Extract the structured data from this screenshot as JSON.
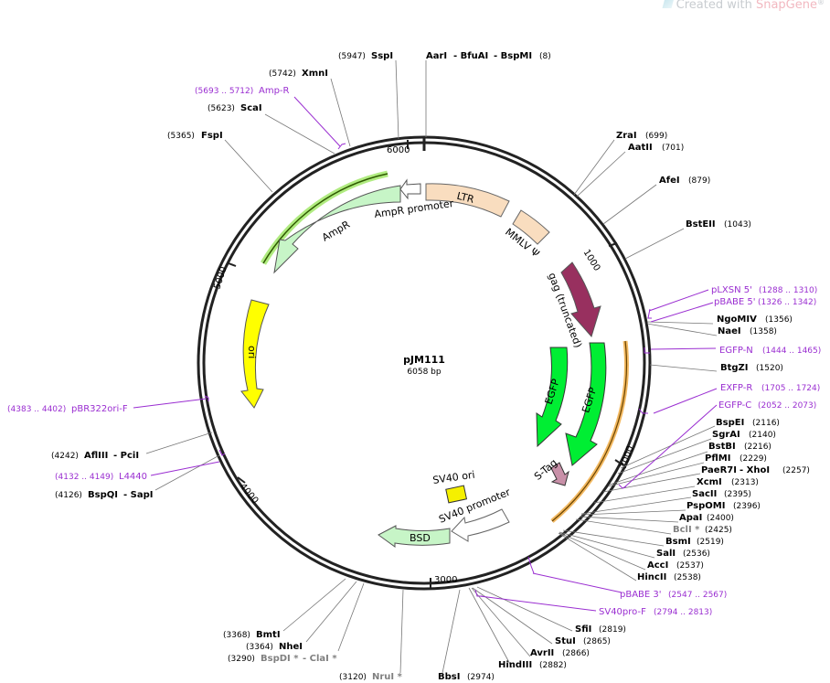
{
  "watermark": {
    "prefix": "Created with ",
    "brand": "SnapGene",
    "reg": "®"
  },
  "plasmid": {
    "name": "pJM111",
    "size_text": "6058 bp",
    "length": 6058
  },
  "ticks": [
    {
      "bp": 1000,
      "label": "1000"
    },
    {
      "bp": 2000,
      "label": "2000"
    },
    {
      "bp": 3000,
      "label": "3000"
    },
    {
      "bp": 4000,
      "label": "4000"
    },
    {
      "bp": 5000,
      "label": "5000"
    },
    {
      "bp": 6000,
      "label": "6000"
    }
  ],
  "enzymes": [
    {
      "name": "SspI",
      "pos": "(5947)",
      "side": "left",
      "nc": false
    },
    {
      "name": "AarI",
      "pos": "",
      "side": "right",
      "nc": false
    },
    {
      "name": "- BfuAI",
      "pos": "",
      "side": "right",
      "nc": false
    },
    {
      "name": "- BspMI",
      "pos": "(8)",
      "side": "right",
      "nc": false
    },
    {
      "name": "XmnI",
      "pos": "(5742)",
      "side": "left",
      "nc": false
    },
    {
      "name": "ScaI",
      "pos": "(5623)",
      "side": "left",
      "nc": false
    },
    {
      "name": "FspI",
      "pos": "(5365)",
      "side": "left",
      "nc": false
    },
    {
      "name": "ZraI",
      "pos": "(699)",
      "side": "right",
      "nc": false
    },
    {
      "name": "AatII",
      "pos": "(701)",
      "side": "right",
      "nc": false
    },
    {
      "name": "AfeI",
      "pos": "(879)",
      "side": "right",
      "nc": false
    },
    {
      "name": "BstEII",
      "pos": "(1043)",
      "side": "right",
      "nc": false
    },
    {
      "name": "NgoMIV",
      "pos": "(1356)",
      "side": "right",
      "nc": false
    },
    {
      "name": "NaeI",
      "pos": "(1358)",
      "side": "right",
      "nc": false
    },
    {
      "name": "BtgZI",
      "pos": "(1520)",
      "side": "right",
      "nc": false
    },
    {
      "name": "BspEI",
      "pos": "(2116)",
      "side": "right",
      "nc": false
    },
    {
      "name": "SgrAI",
      "pos": "(2140)",
      "side": "right",
      "nc": false
    },
    {
      "name": "BstBI",
      "pos": "(2216)",
      "side": "right",
      "nc": false
    },
    {
      "name": "PflMI",
      "pos": "(2229)",
      "side": "right",
      "nc": false
    },
    {
      "name": "PaeR7I",
      "pos": "",
      "side": "right",
      "nc": false
    },
    {
      "name": "- XhoI",
      "pos": "(2257)",
      "side": "right",
      "nc": false
    },
    {
      "name": "XcmI",
      "pos": "(2313)",
      "side": "right",
      "nc": false
    },
    {
      "name": "SacII",
      "pos": "(2395)",
      "side": "right",
      "nc": false
    },
    {
      "name": "PspOMI",
      "pos": "(2396)",
      "side": "right",
      "nc": false
    },
    {
      "name": "ApaI",
      "pos": "(2400)",
      "side": "right",
      "nc": false
    },
    {
      "name": "BclI *",
      "pos": "(2425)",
      "side": "right",
      "nc": true
    },
    {
      "name": "BsmI",
      "pos": "(2519)",
      "side": "right",
      "nc": false
    },
    {
      "name": "SalI",
      "pos": "(2536)",
      "side": "right",
      "nc": false
    },
    {
      "name": "AccI",
      "pos": "(2537)",
      "side": "right",
      "nc": false
    },
    {
      "name": "HincII",
      "pos": "(2538)",
      "side": "right",
      "nc": false
    },
    {
      "name": "SfiI",
      "pos": "(2819)",
      "side": "right",
      "nc": false
    },
    {
      "name": "StuI",
      "pos": "(2865)",
      "side": "right",
      "nc": false
    },
    {
      "name": "AvrII",
      "pos": "(2866)",
      "side": "right",
      "nc": false
    },
    {
      "name": "HindIII",
      "pos": "(2882)",
      "side": "right",
      "nc": false
    },
    {
      "name": "BbsI",
      "pos": "(2974)",
      "side": "right",
      "nc": false
    },
    {
      "name": "NruI *",
      "pos": "(3120)",
      "side": "left",
      "nc": true
    },
    {
      "name": "BmtI",
      "pos": "(3368)",
      "side": "left",
      "nc": false
    },
    {
      "name": "NheI",
      "pos": "(3364)",
      "side": "left",
      "nc": false
    },
    {
      "name": "BspDI *",
      "pos": "(3290)",
      "side": "left",
      "nc": true
    },
    {
      "name": "- ClaI *",
      "pos": "",
      "side": "left",
      "nc": true
    },
    {
      "name": "AflIII",
      "pos": "(4242)",
      "side": "left",
      "nc": false
    },
    {
      "name": "- PciI",
      "pos": "",
      "side": "left",
      "nc": false
    },
    {
      "name": "BspQI",
      "pos": "(4126)",
      "side": "left",
      "nc": false
    },
    {
      "name": "- SapI",
      "pos": "",
      "side": "left",
      "nc": false
    }
  ],
  "primers": [
    {
      "name": "Amp-R",
      "range": "(5693 .. 5712)"
    },
    {
      "name": "pLXSN 5'",
      "range": "(1288 .. 1310)"
    },
    {
      "name": "pBABE 5'",
      "range": "(1326 .. 1342)"
    },
    {
      "name": "EGFP-N",
      "range": "(1444 .. 1465)"
    },
    {
      "name": "EXFP-R",
      "range": "(1705 .. 1724)"
    },
    {
      "name": "EGFP-C",
      "range": "(2052 .. 2073)"
    },
    {
      "name": "pBABE 3'",
      "range": "(2547 .. 2567)"
    },
    {
      "name": "SV40pro-F",
      "range": "(2794 .. 2813)"
    },
    {
      "name": "pBR322ori-F",
      "range": "(4383 .. 4402)"
    },
    {
      "name": "L4440",
      "range": "(4132 .. 4149)"
    }
  ],
  "features": [
    {
      "name": "LTR",
      "color": "#f9ddbf"
    },
    {
      "name": "MMLV Ψ",
      "color": "#f9ddbf"
    },
    {
      "name": "gag (truncated)",
      "color": "#98305f"
    },
    {
      "name": "EGFP",
      "color": "#00ee33"
    },
    {
      "name": "EGFP",
      "color": "#00ee33"
    },
    {
      "name": "S-Tag",
      "color": "#c890a8"
    },
    {
      "name": "SV40 ori",
      "color": "#f5f000"
    },
    {
      "name": "SV40 promoter",
      "color": "#ffffff"
    },
    {
      "name": "BSD",
      "color": "#c7f5c7"
    },
    {
      "name": "ori",
      "color": "#ffff00"
    },
    {
      "name": "AmpR",
      "color": "#c7f5c7"
    },
    {
      "name": "AmpR promoter",
      "color": "#ffffff"
    }
  ],
  "colors": {
    "primer": "#9a2ed1",
    "ring": "#222222",
    "noncutter": "#808080"
  }
}
